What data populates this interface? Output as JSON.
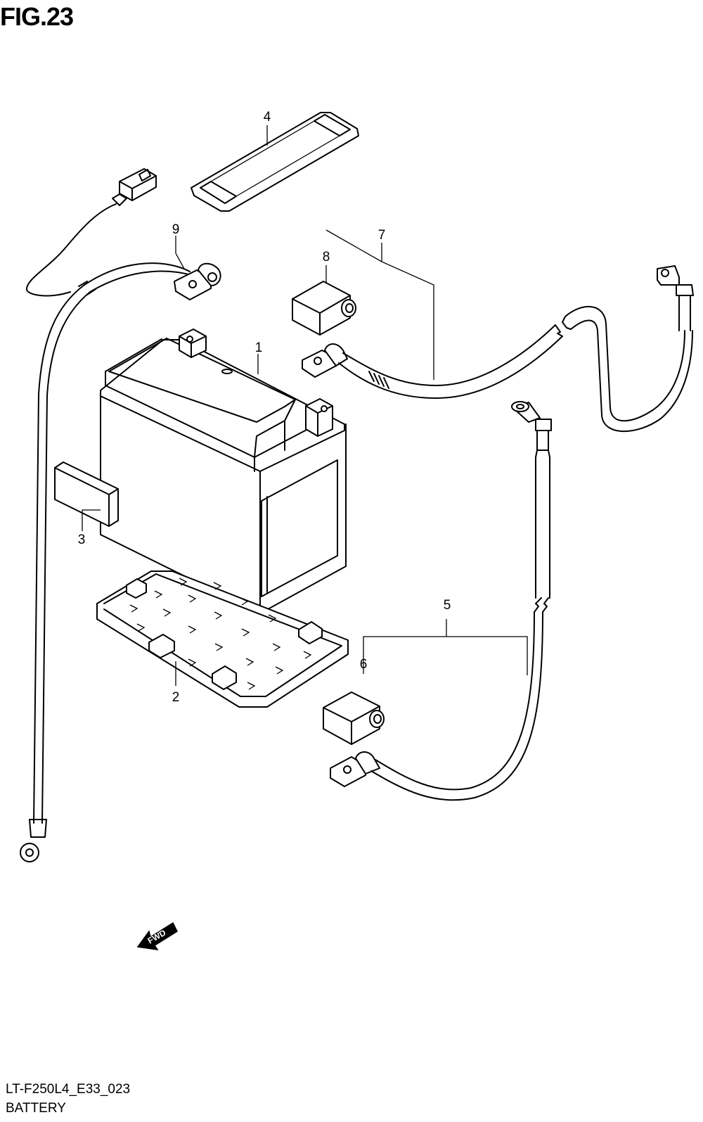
{
  "figure": {
    "title": "FIG.23"
  },
  "callouts": [
    {
      "id": "1",
      "label": "1"
    },
    {
      "id": "2",
      "label": "2"
    },
    {
      "id": "3",
      "label": "3"
    },
    {
      "id": "4",
      "label": "4"
    },
    {
      "id": "5",
      "label": "5"
    },
    {
      "id": "6",
      "label": "6"
    },
    {
      "id": "7",
      "label": "7"
    },
    {
      "id": "8",
      "label": "8"
    },
    {
      "id": "9",
      "label": "9"
    }
  ],
  "fwd_arrow": {
    "label": "FWD"
  },
  "footer": {
    "code": "LT-F250L4_E33_023",
    "name": "BATTERY"
  }
}
